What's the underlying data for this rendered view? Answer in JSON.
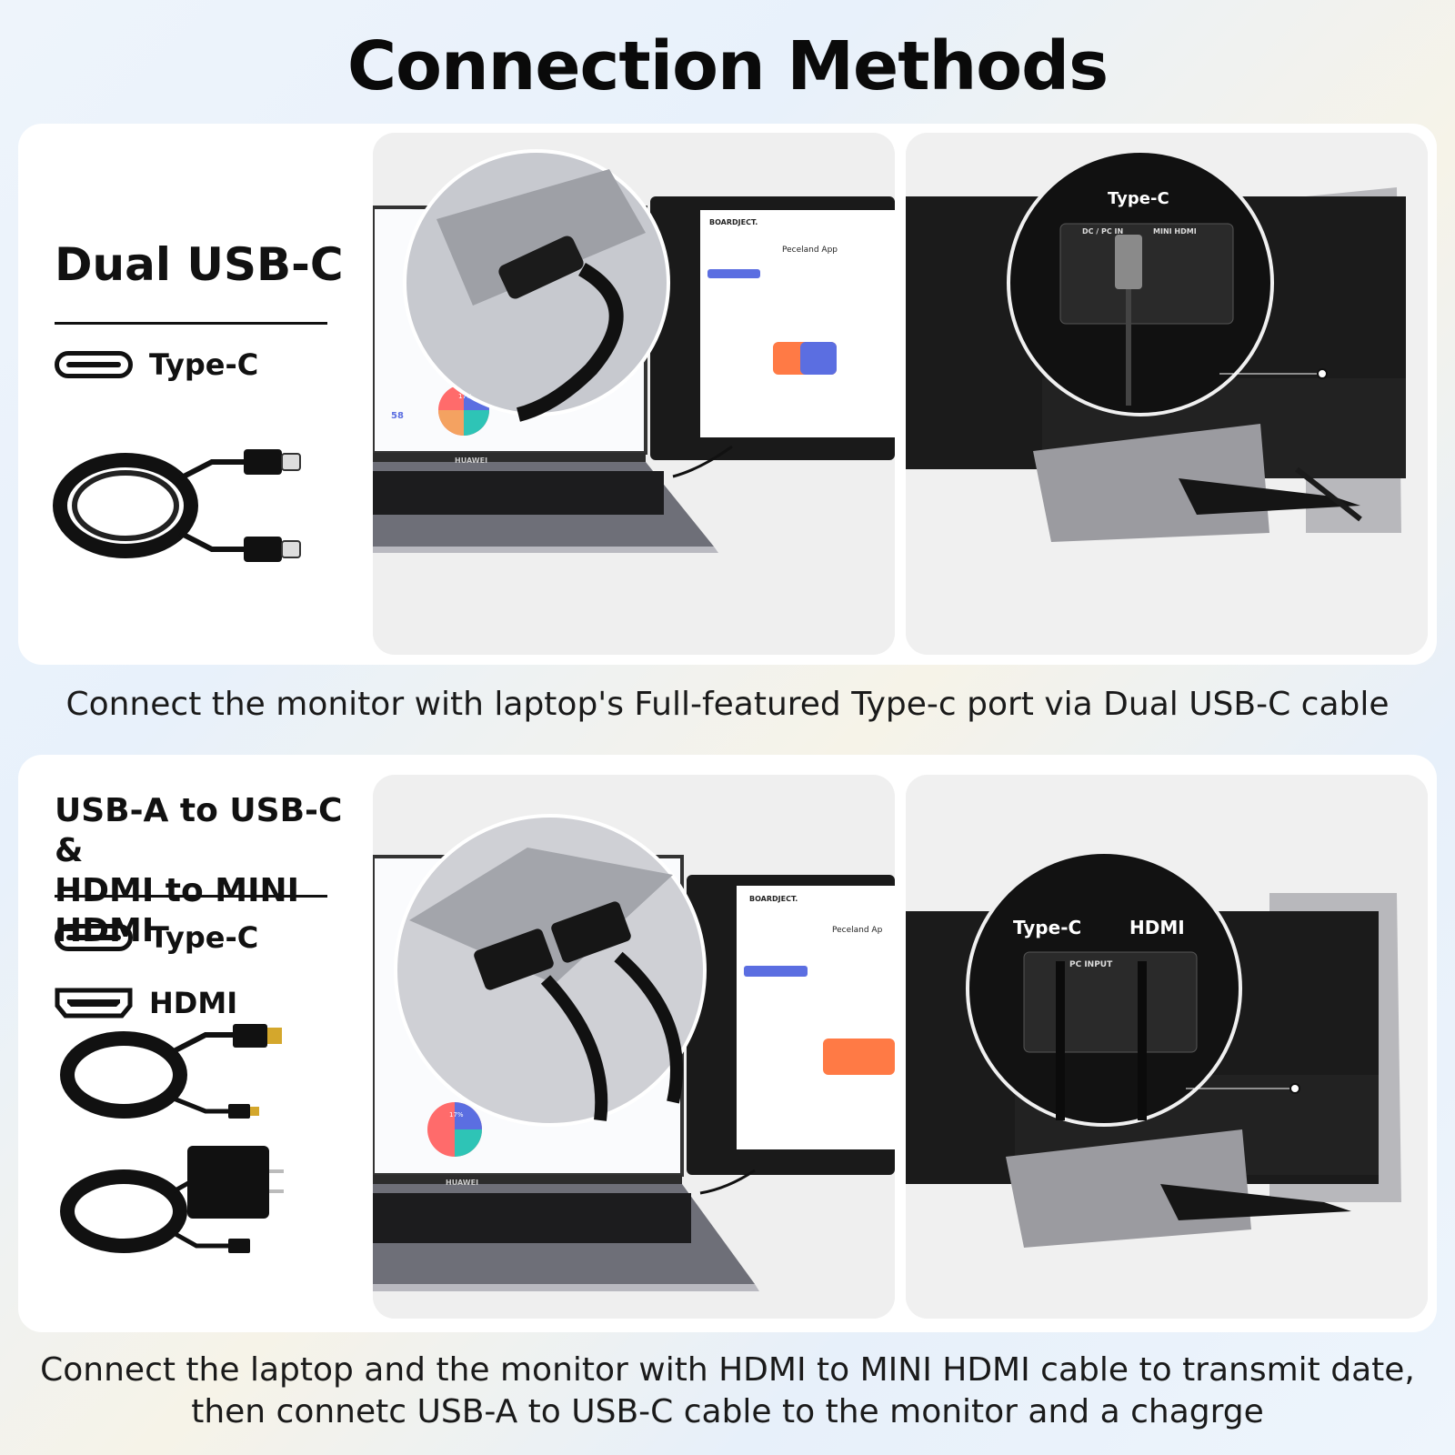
{
  "header": {
    "title": "Connection Methods"
  },
  "section1": {
    "title": "Dual USB-C",
    "legend": [
      {
        "icon": "type-c-port-icon",
        "label": "Type-C"
      }
    ],
    "photo_left": {
      "laptop_brand": "HUAWEI",
      "app_logo": "BOARDJECT.",
      "app_title": "Peceland App",
      "gauge_value": "58",
      "pie_value": "17%"
    },
    "photo_right": {
      "port_label_top": "Type-C",
      "port_dc": "DC / PC IN",
      "port_hdmi": "MINI HDMI"
    },
    "caption": "Connect the monitor with laptop's Full-featured Type-c port via Dual USB-C cable"
  },
  "section2": {
    "title_line1": "USB-A to USB-C &",
    "title_line2": "HDMI to MINI HDMI",
    "legend": [
      {
        "icon": "type-c-port-icon",
        "label": "Type-C"
      },
      {
        "icon": "hdmi-port-icon",
        "label": "HDMI"
      }
    ],
    "photo_left": {
      "laptop_brand": "HUAWEI",
      "app_logo": "BOARDJECT.",
      "app_title": "Peceland Ap",
      "pie_value": "17%"
    },
    "photo_right": {
      "label_typec": "Type-C",
      "label_hdmi": "HDMI",
      "port_input": "PC INPUT"
    },
    "caption_line1": "Connect the laptop and the monitor with HDMI to MINI HDMI cable to transmit date,",
    "caption_line2": "then connetc USB-A to USB-C cable to the monitor and a chagrge"
  },
  "colors": {
    "accent_blue": "#5b6ee1",
    "dark": "#111111",
    "panel_bg": "#ffffff"
  }
}
